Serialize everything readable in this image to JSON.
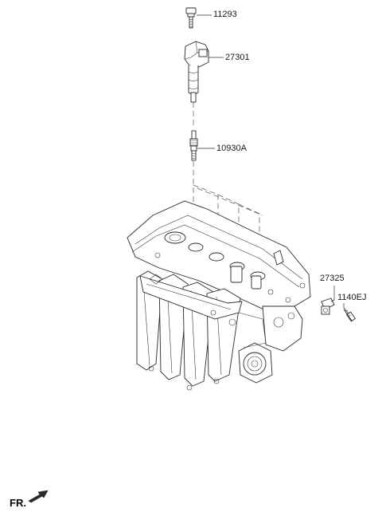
{
  "parts": [
    {
      "id": "bolt",
      "number": "11293"
    },
    {
      "id": "ignition-coil",
      "number": "27301"
    },
    {
      "id": "spark-plug",
      "number": "10930A"
    },
    {
      "id": "sensor",
      "number": "27325"
    },
    {
      "id": "sensor-bolt",
      "number": "1140EJ"
    }
  ],
  "orientation": {
    "label": "FR."
  }
}
